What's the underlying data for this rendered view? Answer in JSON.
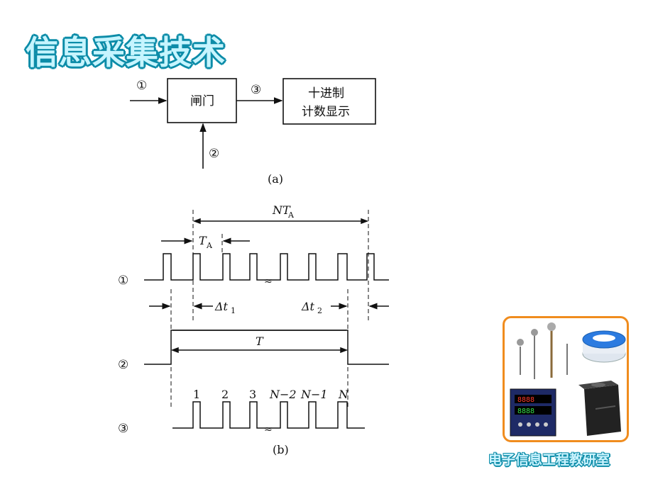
{
  "header": {
    "title": "信息采集技术"
  },
  "diagram_a": {
    "gate_label": "闸门",
    "display_label_line1": "十进制",
    "display_label_line2": "计数显示",
    "input1_mark": "①",
    "input2_mark": "②",
    "output3_mark": "③",
    "caption": "(a)"
  },
  "diagram_b": {
    "period_total_label": "NT",
    "period_total_sub": "A",
    "period_label": "T",
    "period_sub": "A",
    "dt1_label": "Δt",
    "dt1_sub": "1",
    "dt2_label": "Δt",
    "dt2_sub": "2",
    "gate_time_label": "T",
    "row1_mark": "①",
    "row2_mark": "②",
    "row3_mark": "③",
    "counts": [
      "1",
      "2",
      "3",
      "N−2",
      "N−1",
      "N"
    ],
    "caption": "(b)"
  },
  "photo_panel": {
    "items": [
      "temperature-sensors",
      "transmitter-module",
      "digital-controller",
      "calibrator-unit"
    ],
    "border_color": "#f08c1e"
  },
  "footer": {
    "text": "电子信息工程教研室"
  },
  "colors": {
    "title_fill": "#c6f5ff",
    "title_outline": "#0c8ca8",
    "ink": "#111111"
  }
}
